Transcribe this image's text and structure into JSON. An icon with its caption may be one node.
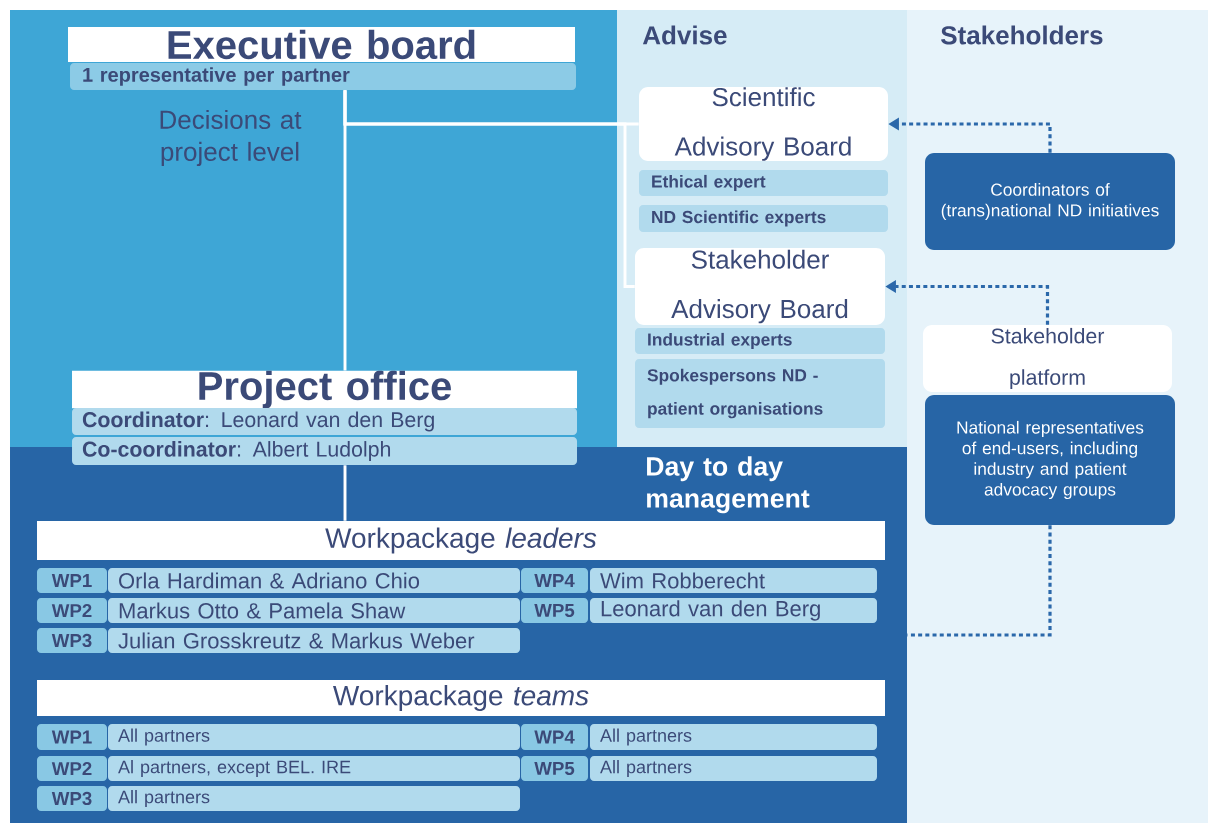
{
  "diagram": {
    "nodes": [
      {
        "text": [
          "Decisions at project level"
        ]
      },
      {
        "text": [
          "Executive board"
        ],
        "in": 0
      },
      {
        "text": [
          "1 representative per partner"
        ],
        "in": 0
      },
      {
        "text": [
          "Project office"
        ],
        "in": 0
      },
      {
        "text": [
          "**Coordinator**: Leonard van den Berg"
        ],
        "in": 0
      },
      {
        "text": [
          "**Co-coordinator**: Albert Ludolph"
        ]
      },
      {
        "text": [
          "Advise"
        ]
      },
      {
        "text": [
          "Scientific Advisory Board"
        ],
        "in": 6
      },
      {
        "text": [
          "Ethical expert"
        ],
        "in": 6
      },
      {
        "text": [
          "ND Scientific experts"
        ],
        "in": 6
      },
      {
        "text": [
          "Stakeholder Advisory Board"
        ],
        "in": 6
      },
      {
        "text": [
          "Industrial experts"
        ],
        "in": 6
      },
      {
        "text": [
          "Spokespersons ND - patient organisations"
        ],
        "in": 6
      },
      {
        "text": [
          "Stakeholders"
        ]
      },
      {
        "text": [
          "Coordinators of (trans)national ND initiatives"
        ],
        "in": 13
      },
      {
        "text": [
          "Stakeholder platform"
        ],
        "in": 13
      },
      {
        "text": [
          "National representatives of end-users, including industry and patient advocacy groups"
        ],
        "in": 13
      },
      {
        "text": [
          "Day to day management"
        ]
      },
      {
        "text": [
          "Workpackage *leaders*"
        ],
        "in": 17
      },
      {
        "text": [
          "WP1"
        ],
        "in": 17
      },
      {
        "text": [
          "Orla Hardiman & Adriano Chio"
        ],
        "in": 17
      },
      {
        "text": [
          "WP4"
        ],
        "in": 17
      },
      {
        "text": [
          "Wim Robberecht"
        ],
        "in": 17
      },
      {
        "text": [
          "WP2"
        ],
        "in": 17
      },
      {
        "text": [
          "Markus Otto & Pamela Shaw"
        ],
        "in": 17
      },
      {
        "text": [
          "WP5"
        ],
        "in": 17
      },
      {
        "text": [
          "Leonard van den Berg"
        ],
        "in": 17
      },
      {
        "text": [
          "WP3"
        ],
        "in": 17
      },
      {
        "text": [
          "Julian Grosskreutz & Markus Weber"
        ],
        "in": 17
      },
      {
        "text": [
          "Workpackage *teams*"
        ],
        "in": 17
      },
      {
        "text": [
          "WP1"
        ],
        "in": 17
      },
      {
        "text": [
          "All partners"
        ],
        "in": 17
      },
      {
        "text": [
          "WP4"
        ],
        "in": 17
      },
      {
        "text": [
          "All partners"
        ],
        "in": 17
      },
      {
        "text": [
          "WP2"
        ],
        "in": 17
      },
      {
        "text": [
          "Al partners, except BEL. IRE"
        ],
        "in": 17
      },
      {
        "text": [
          "WP5"
        ],
        "in": 17
      },
      {
        "text": [
          "All partners"
        ],
        "in": 17
      },
      {
        "text": [
          "WP3"
        ],
        "in": 17
      },
      {
        "text": [
          "All partners"
        ],
        "in": 17
      }
    ],
    "edges": [
      {
        "from": 2,
        "to": 3,
        "arrow": "none"
      },
      {
        "from": 2,
        "to": 7,
        "arrow": "none"
      },
      {
        "from": 2,
        "to": 10,
        "arrow": "none"
      },
      {
        "from": 5,
        "to": 18,
        "arrow": "none"
      },
      {
        "from": 14,
        "to": 7,
        "arrow": "to",
        "style": "dashed",
        "color": "#2b68aa"
      },
      {
        "from": 15,
        "to": 10,
        "arrow": "to",
        "style": "dashed",
        "color": "#2b68aa"
      },
      {
        "from": 16,
        "to": 17,
        "arrow": "none",
        "style": "dashed",
        "color": "#2b68aa"
      }
    ]
  }
}
